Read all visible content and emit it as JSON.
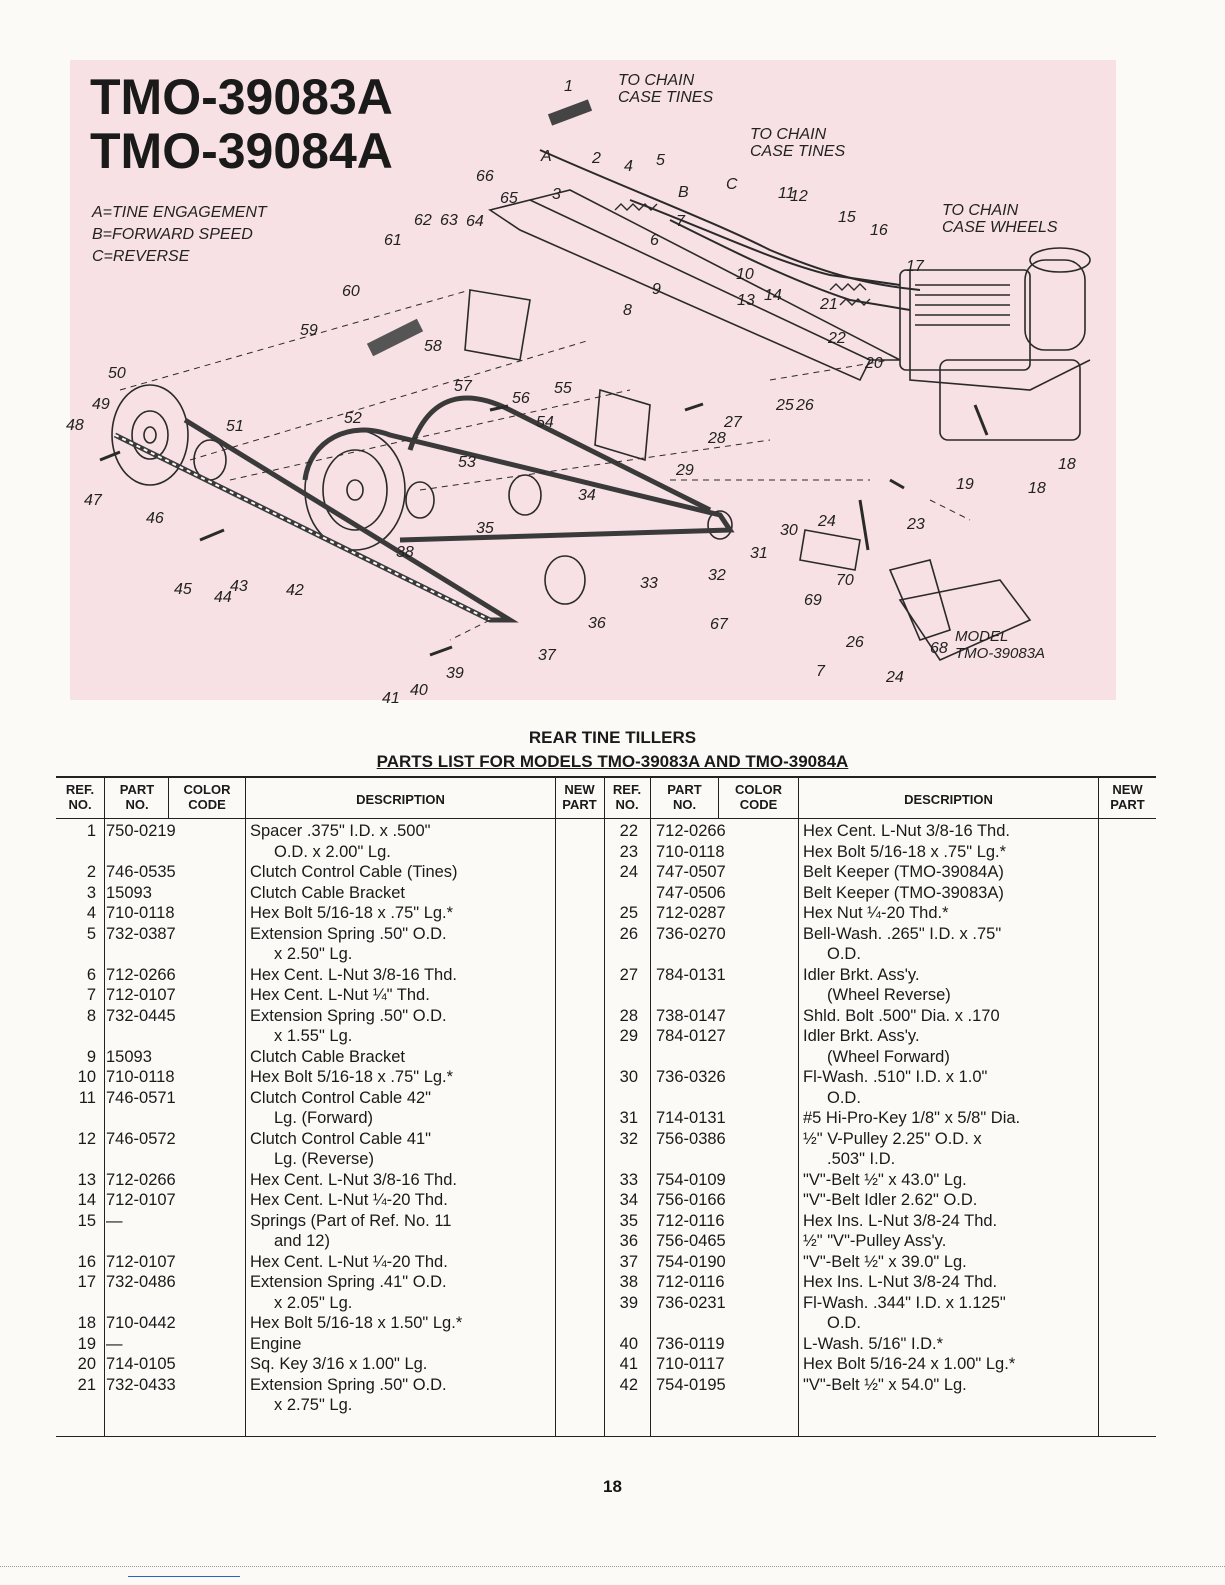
{
  "diagram": {
    "titles": [
      "TMO-39083A",
      "TMO-39084A"
    ],
    "legend": [
      "A=TINE ENGAGEMENT",
      "B=FORWARD SPEED",
      "C=REVERSE"
    ],
    "callouts": [
      "TO CHAIN\nCASE TINES",
      "TO CHAIN\nCASE TINES",
      "TO CHAIN\nCASE WHEELS"
    ],
    "model_note": [
      "MODEL",
      "TMO-39083A"
    ],
    "labels": [
      "1",
      "2",
      "3",
      "4",
      "5",
      "6",
      "7",
      "8",
      "9",
      "10",
      "11",
      "12",
      "13",
      "14",
      "15",
      "16",
      "17",
      "18",
      "18",
      "19",
      "20",
      "21",
      "22",
      "23",
      "24",
      "24",
      "25",
      "26",
      "26",
      "27",
      "28",
      "29",
      "30",
      "31",
      "32",
      "33",
      "34",
      "35",
      "36",
      "37",
      "38",
      "39",
      "40",
      "41",
      "42",
      "43",
      "44",
      "45",
      "46",
      "47",
      "48",
      "49",
      "50",
      "51",
      "52",
      "53",
      "54",
      "55",
      "56",
      "57",
      "58",
      "59",
      "60",
      "61",
      "62",
      "63",
      "64",
      "65",
      "66",
      "67",
      "68",
      "69",
      "70",
      "7",
      "A",
      "B",
      "C"
    ]
  },
  "heading": "REAR TINE TILLERS",
  "subheading": "PARTS LIST FOR MODELS TMO-39083A AND TMO-39084A",
  "columns": {
    "ref": "REF.\nNO.",
    "part": "PART\nNO.",
    "color": "COLOR\nCODE",
    "desc": "DESCRIPTION",
    "new": "NEW\nPART"
  },
  "left_rows": [
    {
      "ref": "1",
      "part": "750-0219",
      "desc": [
        "Spacer .375\" I.D. x .500\"",
        "O.D. x 2.00\" Lg."
      ]
    },
    {
      "ref": "2",
      "part": "746-0535",
      "desc": [
        "Clutch Control Cable (Tines)"
      ]
    },
    {
      "ref": "3",
      "part": "15093",
      "desc": [
        "Clutch Cable Bracket"
      ]
    },
    {
      "ref": "4",
      "part": "710-0118",
      "desc": [
        "Hex Bolt 5/16-18 x .75\" Lg.*"
      ]
    },
    {
      "ref": "5",
      "part": "732-0387",
      "desc": [
        "Extension Spring .50\" O.D.",
        "x 2.50\" Lg."
      ]
    },
    {
      "ref": "6",
      "part": "712-0266",
      "desc": [
        "Hex Cent. L-Nut 3/8-16 Thd."
      ]
    },
    {
      "ref": "7",
      "part": "712-0107",
      "desc": [
        "Hex Cent. L-Nut ¼\" Thd."
      ]
    },
    {
      "ref": "8",
      "part": "732-0445",
      "desc": [
        "Extension Spring .50\" O.D.",
        "x 1.55\" Lg."
      ]
    },
    {
      "ref": "9",
      "part": "15093",
      "desc": [
        "Clutch Cable Bracket"
      ]
    },
    {
      "ref": "10",
      "part": "710-0118",
      "desc": [
        "Hex Bolt 5/16-18 x .75\" Lg.*"
      ]
    },
    {
      "ref": "11",
      "part": "746-0571",
      "desc": [
        "Clutch Control Cable 42\"",
        "Lg. (Forward)"
      ]
    },
    {
      "ref": "12",
      "part": "746-0572",
      "desc": [
        "Clutch Control Cable 41\"",
        "Lg. (Reverse)"
      ]
    },
    {
      "ref": "13",
      "part": "712-0266",
      "desc": [
        "Hex Cent. L-Nut 3/8-16 Thd."
      ]
    },
    {
      "ref": "14",
      "part": "712-0107",
      "desc": [
        "Hex Cent. L-Nut ¼-20 Thd."
      ]
    },
    {
      "ref": "15",
      "part": "—",
      "desc": [
        "Springs (Part of Ref. No. 11",
        "and 12)"
      ]
    },
    {
      "ref": "16",
      "part": "712-0107",
      "desc": [
        "Hex Cent. L-Nut ¼-20 Thd."
      ]
    },
    {
      "ref": "17",
      "part": "732-0486",
      "desc": [
        "Extension Spring .41\" O.D.",
        "x 2.05\" Lg."
      ]
    },
    {
      "ref": "18",
      "part": "710-0442",
      "desc": [
        "Hex Bolt 5/16-18 x 1.50\" Lg.*"
      ]
    },
    {
      "ref": "19",
      "part": "—",
      "desc": [
        "Engine"
      ]
    },
    {
      "ref": "20",
      "part": "714-0105",
      "desc": [
        "Sq. Key 3/16 x 1.00\" Lg."
      ]
    },
    {
      "ref": "21",
      "part": "732-0433",
      "desc": [
        "Extension Spring .50\" O.D.",
        "x 2.75\" Lg."
      ]
    }
  ],
  "right_rows": [
    {
      "ref": "22",
      "part": "712-0266",
      "desc": [
        "Hex Cent. L-Nut 3/8-16 Thd."
      ]
    },
    {
      "ref": "23",
      "part": "710-0118",
      "desc": [
        "Hex Bolt 5/16-18 x .75\" Lg.*"
      ]
    },
    {
      "ref": "24",
      "part": "747-0507",
      "desc": [
        "Belt Keeper (TMO-39084A)"
      ]
    },
    {
      "ref": "",
      "part": "747-0506",
      "desc": [
        "Belt Keeper (TMO-39083A)"
      ]
    },
    {
      "ref": "25",
      "part": "712-0287",
      "desc": [
        "Hex Nut ¼-20 Thd.*"
      ]
    },
    {
      "ref": "26",
      "part": "736-0270",
      "desc": [
        "Bell-Wash. .265\" I.D. x .75\"",
        "O.D."
      ]
    },
    {
      "ref": "27",
      "part": "784-0131",
      "desc": [
        "Idler Brkt. Ass'y.",
        "(Wheel Reverse)"
      ]
    },
    {
      "ref": "28",
      "part": "738-0147",
      "desc": [
        "Shld. Bolt .500\" Dia. x .170"
      ]
    },
    {
      "ref": "29",
      "part": "784-0127",
      "desc": [
        "Idler Brkt. Ass'y.",
        "(Wheel Forward)"
      ]
    },
    {
      "ref": "30",
      "part": "736-0326",
      "desc": [
        "Fl-Wash. .510\" I.D. x 1.0\"",
        "O.D."
      ]
    },
    {
      "ref": "31",
      "part": "714-0131",
      "desc": [
        "#5 Hi-Pro-Key 1/8\" x 5/8\" Dia."
      ]
    },
    {
      "ref": "32",
      "part": "756-0386",
      "desc": [
        "½\" V-Pulley 2.25\" O.D. x",
        ".503\" I.D."
      ]
    },
    {
      "ref": "33",
      "part": "754-0109",
      "desc": [
        "\"V\"-Belt ½\" x 43.0\" Lg."
      ]
    },
    {
      "ref": "34",
      "part": "756-0166",
      "desc": [
        "\"V\"-Belt Idler 2.62\" O.D."
      ]
    },
    {
      "ref": "35",
      "part": "712-0116",
      "desc": [
        "Hex Ins. L-Nut 3/8-24 Thd."
      ]
    },
    {
      "ref": "36",
      "part": "756-0465",
      "desc": [
        "½\" \"V\"-Pulley Ass'y."
      ]
    },
    {
      "ref": "37",
      "part": "754-0190",
      "desc": [
        "\"V\"-Belt ½\" x 39.0\" Lg."
      ]
    },
    {
      "ref": "38",
      "part": "712-0116",
      "desc": [
        "Hex Ins. L-Nut 3/8-24 Thd."
      ]
    },
    {
      "ref": "39",
      "part": "736-0231",
      "desc": [
        "Fl-Wash. .344\" I.D. x 1.125\"",
        "O.D."
      ]
    },
    {
      "ref": "40",
      "part": "736-0119",
      "desc": [
        "L-Wash. 5/16\" I.D.*"
      ]
    },
    {
      "ref": "41",
      "part": "710-0117",
      "desc": [
        "Hex Bolt 5/16-24 x 1.00\" Lg.*"
      ]
    },
    {
      "ref": "42",
      "part": "754-0195",
      "desc": [
        "\"V\"-Belt ½\" x 54.0\" Lg."
      ]
    }
  ],
  "page_number": "18"
}
